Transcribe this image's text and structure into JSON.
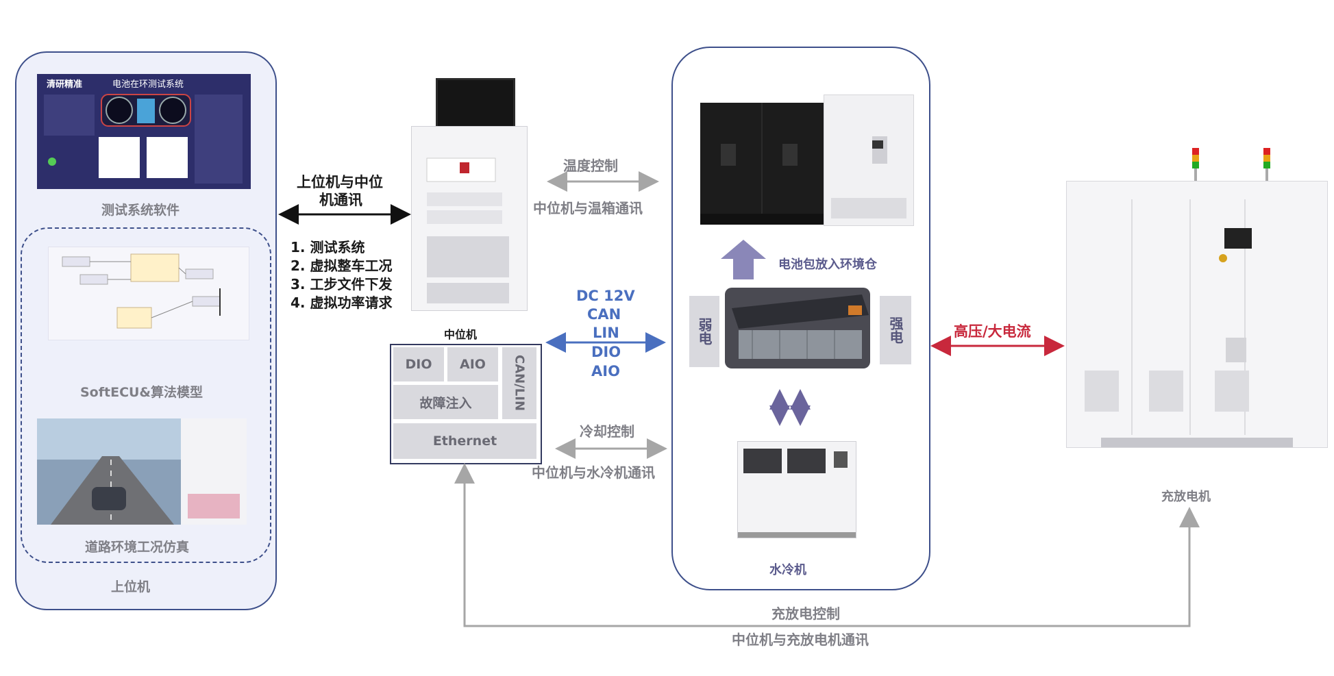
{
  "host": {
    "label": "上位机",
    "software": {
      "caption": "测试系统软件",
      "screen_logo": "清研精准",
      "screen_title": "电池在环测试系统"
    },
    "softecu_caption": "SoftECU&算法模型",
    "road_caption": "道路环境工况仿真"
  },
  "host_link": {
    "title_line1": "上位机与中位",
    "title_line2": "机通讯",
    "items": [
      "1. 测试系统",
      "2. 虚拟整车工况",
      "3. 工步文件下发",
      "4. 虚拟功率请求"
    ]
  },
  "controller": {
    "label": "中位机",
    "cells": {
      "dio": "DIO",
      "aio": "AIO",
      "canlin": "CAN/LIN",
      "fault": "故障注入",
      "ethernet": "Ethernet"
    }
  },
  "links": {
    "temp_title": "温度控制",
    "temp_sub": "中位机与温箱通讯",
    "signals": [
      "DC 12V",
      "CAN",
      "LIN",
      "DIO",
      "AIO"
    ],
    "cool_title": "冷却控制",
    "cool_sub": "中位机与水冷机通讯",
    "hv": "高压/大电流",
    "charge_title": "充放电控制",
    "charge_sub": "中位机与充放电机通讯"
  },
  "env": {
    "battery_caption": "电池包放入环境仓",
    "weak": "弱电",
    "strong": "强电",
    "chiller": "水冷机"
  },
  "charger": {
    "label": "充放电机"
  },
  "colors": {
    "panel_border": "#3d4f8a",
    "signal_blue": "#4a6fbf",
    "hv_red": "#c8283c",
    "arrow_gray": "#a6a6a6"
  }
}
